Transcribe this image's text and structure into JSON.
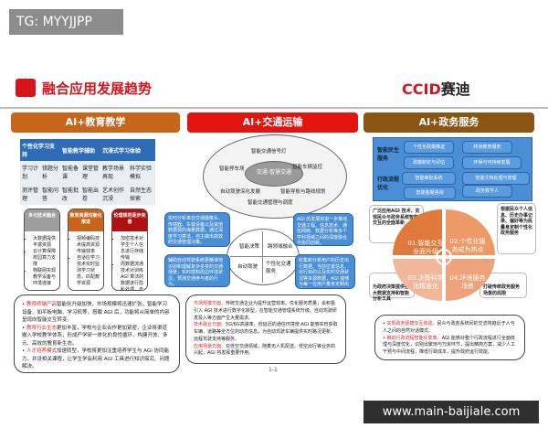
{
  "watermark_top": "TG: MYYJJPP",
  "watermark_bottom": "www.main-baijiale.com",
  "header": {
    "title": "融合应用发展趋势",
    "brand_a": "CCID",
    "brand_b": "赛迪"
  },
  "columns": [
    {
      "title": "AI+教育教学",
      "color": "#c8651b"
    },
    {
      "title": "AI+交通运输",
      "color": "#e3140f"
    },
    {
      "title": "AI+政务服务",
      "color": "#8a5512"
    }
  ],
  "education": {
    "table": {
      "headers": [
        "个性化学习支持",
        "智能教学辅助",
        "沉浸式学习体验"
      ],
      "rows": [
        [
          "学习计划",
          "错题分析",
          "智能备课",
          "课堂管理",
          "教学场景再现",
          "科学实验模拟"
        ],
        [
          "测评管理",
          "智能问答",
          "智能批改",
          "智能出卷",
          "艺术创作沉浸",
          "自然生态探索"
        ]
      ]
    },
    "pillars": [
      {
        "title": "多元技术融合",
        "color": "#9e9e9e",
        "items": [
          "大数据提供丰富资源",
          "云计算保障校园算力支撑",
          "物联网实现教学设备与环境连接"
        ]
      },
      {
        "title": "教育资源均衡化推进",
        "color": "#c8651b",
        "items": [
          "视频编码技术提高资源传输效率",
          "自适应学习技术实时监测学习状态，匹配教学资源"
        ]
      },
      {
        "title": "伦理规范逐步完善",
        "color": "#b01010",
        "items": [
          "加密技术对学生个人信息进行存储传输",
          "周数据流通技术对训练 AGI 算法的数据进行隐私处理，去除数据中偏差与噪声"
        ]
      }
    ],
    "notes": [
      {
        "highlight": "教育终端产品",
        "text": "智能化升级加快，市场规模将迅速扩张。智能学习设备、如平板电脑、学习机等，搭载 AGI 后，功能将从简单的内容呈现向智能交互转变。"
      },
      {
        "highlight": "教育行业生态",
        "text": "更加丰富，学校与企业合作更加紧密，企业将渠道嵌入学校教学体系，形成产学研一体化的良性循环，构建开放、多元、高效的教育新生态。"
      },
      {
        "highlight": "人才培养模式",
        "text": "加速转型，学校将更加注重培养学生与 AGI 协同能力，并设相关课程，让学生学会利用 AGI 工具进行知识探究、问题解决。"
      }
    ]
  },
  "transport": {
    "center": "交通-智慧交通",
    "ring": [
      "智能交通信号灯",
      "智能停车场",
      "智能车辆监控",
      "自动驾驶深化发展",
      "智能导航与路线规划",
      "智能交通管理与调度"
    ],
    "quadrants": [
      "智能决策",
      "跨领域融合",
      "自动驾驶",
      "个性化交通服务"
    ],
    "boxes": [
      "实时分析来自交通摄像头、传感器、车载设备以及其他数据源的海量数据，通过深度学习算法，自主做出高效的交通管理决策。",
      "AGI 的发展将进一步推动交通工程、信息技术、通信网络、数据分析等多个学科领域之间的深度融合与协同创新。",
      "辅助自动驾驶系统更精准地识别和理解复杂多变的交通场景，实时感知周边环境状况，预测交通参与者的行为。",
      "收集和分析用户的历史出行数据、当前位置信息、出行目的以及实时交通状况等多源数据，AGI 能够为每一位用户量身定制出行方案。"
    ],
    "notes": [
      {
        "highlight": "市场规模方面。",
        "text": "传统交通企业为提升运营效率、优化服务质量，会积极引入 AGI 技术进行数字化转型，在智能交通管理系统升级、自动驾驶研发投入等方面产生大量需求。"
      },
      {
        "highlight": "技术融合方面。",
        "text": "5G/6G高速率、低延迟的通信环境使 AGI 能够实时获取车辆、道路等全方位的动态信息，为自动驾驶车辆提供实时路况更新、远程驾驶支持等服务。"
      },
      {
        "highlight": "应用场景方面。",
        "text": "在低空交通领域，随着无人机配送、低空出行等业务的兴起，AGI 将发挥重要作用。"
      }
    ],
    "page_number": "1-1"
  },
  "government": {
    "groups": [
      {
        "label": "智能民生服务",
        "items": [
          "个性化政策推送",
          "终身教育服务",
          "政策制定与评估",
          "环保与可持续发展"
        ]
      },
      {
        "label": "行政流程优化",
        "items": [
          "智能审批系统",
          "智能文档处理与管理",
          "智能客服咨询",
          "政务数字人"
        ]
      }
    ],
    "quadrants": [
      "01.智能交互全面升级",
      "02.个性化服务成为热点",
      "03.决策科学化精准化",
      "04.环境服务场景"
    ],
    "quad_colors": [
      "#e07a3c",
      "#ee9a68",
      "#f2b79a",
      "#eea27a"
    ],
    "callouts": [
      "广泛应用AGI 技术，实现民众与政务系统智能交互的全面革新",
      "根据民众个人信息、历史办事记录、偏好等为民量身定制个性化政务服务",
      "为政府决策提供强大数据支持和智能分析工具",
      "打破传统政务服务场景的局限"
    ],
    "notes": [
      {
        "highlight": "实现政务便捷交互体验。",
        "text": "民众与政务系统间的交流将趋近于人与人之间的自然对话模式。"
      },
      {
        "highlight": "推动行政流程智能化变革。",
        "text": "AGI 能够对整个行政流程进行全面梳理与深度优化，识别出繁琐与冗余环节，提出精简方案，减少人工干预与中间流程，降低行政成本，提升政府运行效能。"
      }
    ]
  }
}
